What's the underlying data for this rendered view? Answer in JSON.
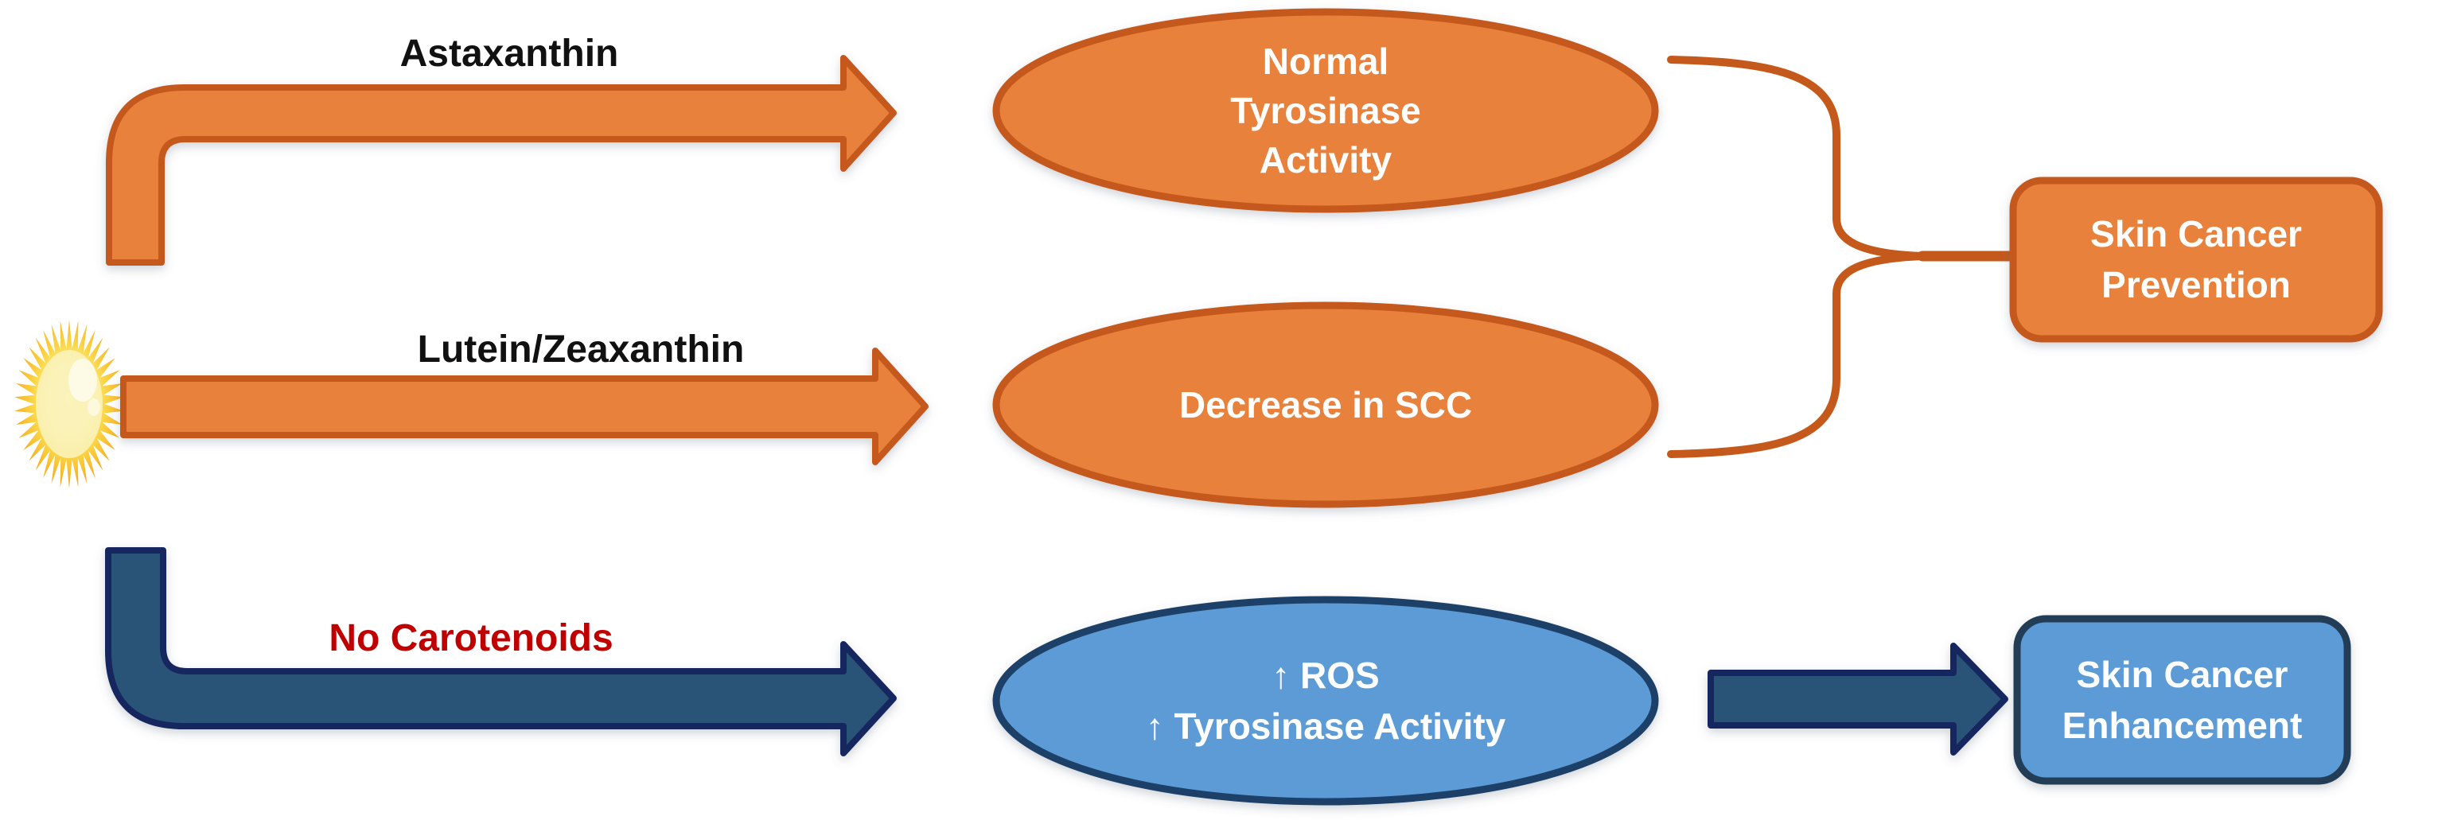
{
  "diagram_title_implied": "Effect of carotenoids on UV-induced skin cancer",
  "sun_icon": "sun-burst",
  "labels": {
    "astaxanthin": "Astaxanthin",
    "lutein": "Lutein/Zeaxanthin",
    "no_carotenoids": "No Carotenoids"
  },
  "nodes": {
    "normal_tyrosinase": {
      "lines": [
        "Normal",
        "Tyrosinase",
        "Activity"
      ]
    },
    "decrease_scc": {
      "text": "Decrease in SCC"
    },
    "ros": {
      "lines": [
        "↑ ROS",
        "↑ Tyrosinase Activity"
      ]
    },
    "prevention": {
      "lines": [
        "Skin Cancer",
        "Prevention"
      ]
    },
    "enhancement": {
      "lines": [
        "Skin Cancer",
        "Enhancement"
      ]
    }
  },
  "relations": [
    {
      "from": "sun",
      "via": "Astaxanthin",
      "to": "Normal Tyrosinase Activity",
      "outcome": "Skin Cancer Prevention"
    },
    {
      "from": "sun",
      "via": "Lutein/Zeaxanthin",
      "to": "Decrease in SCC",
      "outcome": "Skin Cancer Prevention"
    },
    {
      "from": "sun",
      "via": "No Carotenoids",
      "to": "↑ ROS, ↑ Tyrosinase Activity",
      "outcome": "Skin Cancer Enhancement"
    }
  ],
  "colors": {
    "orange_fill": "#E8813A",
    "orange_border": "#C5591B",
    "blue_fill": "#5B9BD5",
    "blue_border": "#1F4068",
    "navy_arrow_fill": "#2B5378",
    "navy_arrow_border": "#17265E",
    "enhancement_border": "#243C55",
    "label_red": "#C00000",
    "label_black": "#111111",
    "node_text": "#FFFFFF",
    "sun_core": "#FBF3B9",
    "sun_ray_edge": "#F29C16"
  }
}
